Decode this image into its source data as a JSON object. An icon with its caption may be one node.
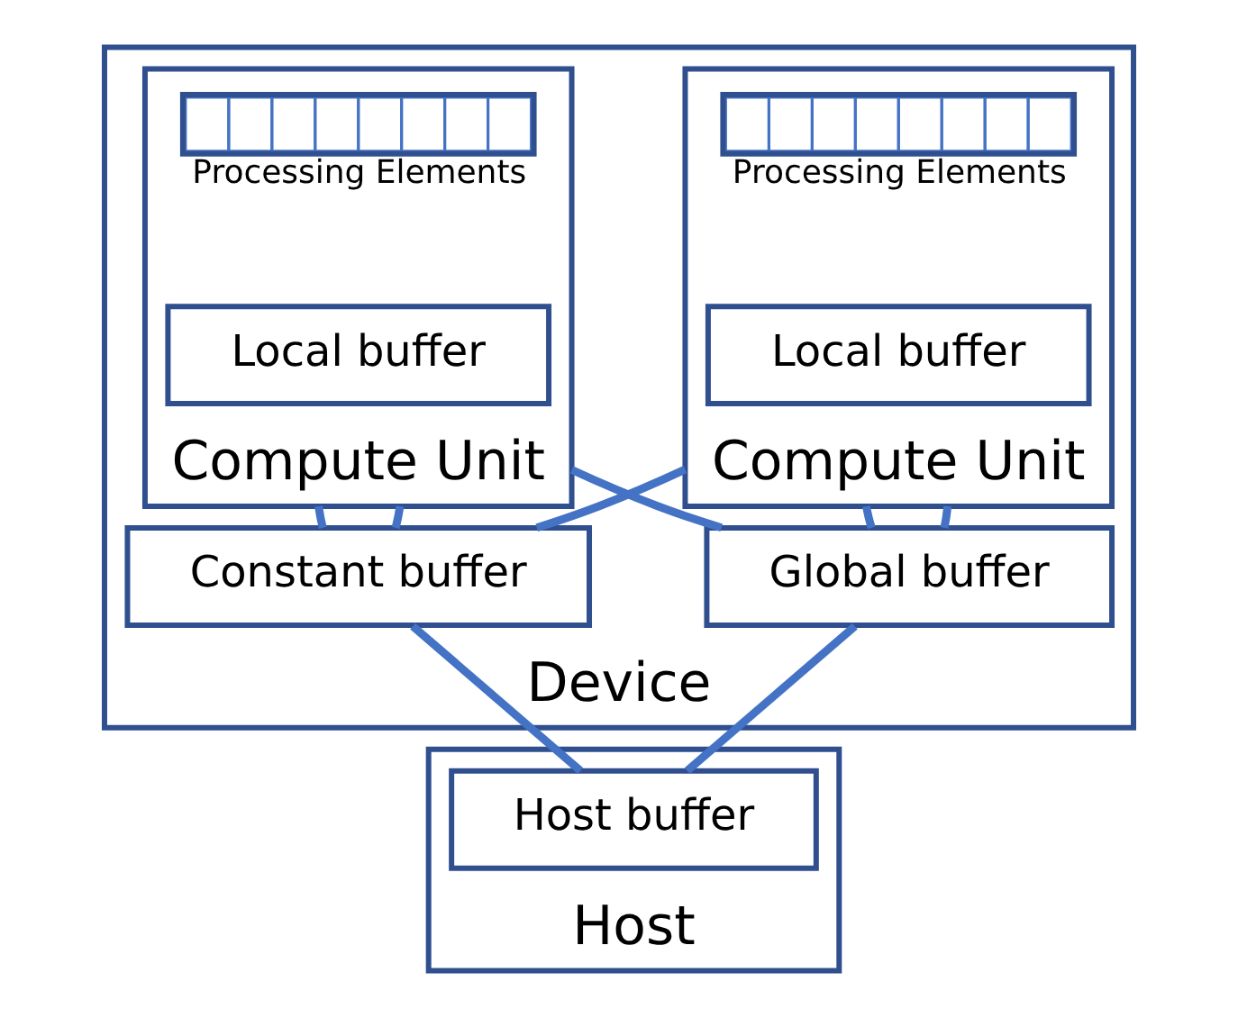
{
  "diagram": {
    "nodes": [
      {
        "text": [
          "Device"
        ]
      },
      {
        "text": [
          "Compute Unit"
        ],
        "in": 0
      },
      {
        "text": [
          "Processing Elements"
        ],
        "in": 1
      },
      {
        "text": [
          "Local buffer"
        ],
        "in": 1
      },
      {
        "text": [
          "Compute Unit"
        ],
        "in": 0
      },
      {
        "text": [
          "Processing Elements"
        ],
        "in": 4
      },
      {
        "text": [
          "Local buffer"
        ],
        "in": 4
      },
      {
        "text": [
          "Global buffer"
        ],
        "in": 0
      },
      {
        "text": [
          "Constant buffer"
        ],
        "in": 0
      },
      {
        "text": [
          "Host"
        ]
      },
      {
        "text": [
          "Host buffer"
        ],
        "in": 9
      }
    ],
    "edges": [
      {
        "from": 1,
        "to": 7,
        "arrow": "none"
      },
      {
        "from": 1,
        "to": 7,
        "arrow": "none"
      },
      {
        "from": 1,
        "to": 8,
        "arrow": "none"
      },
      {
        "from": 4,
        "to": 7,
        "arrow": "none"
      },
      {
        "from": 4,
        "to": 8,
        "arrow": "none"
      },
      {
        "from": 4,
        "to": 8,
        "arrow": "none"
      },
      {
        "from": 7,
        "to": 10,
        "arrow": "none"
      },
      {
        "from": 8,
        "to": 10,
        "arrow": "none"
      }
    ]
  }
}
